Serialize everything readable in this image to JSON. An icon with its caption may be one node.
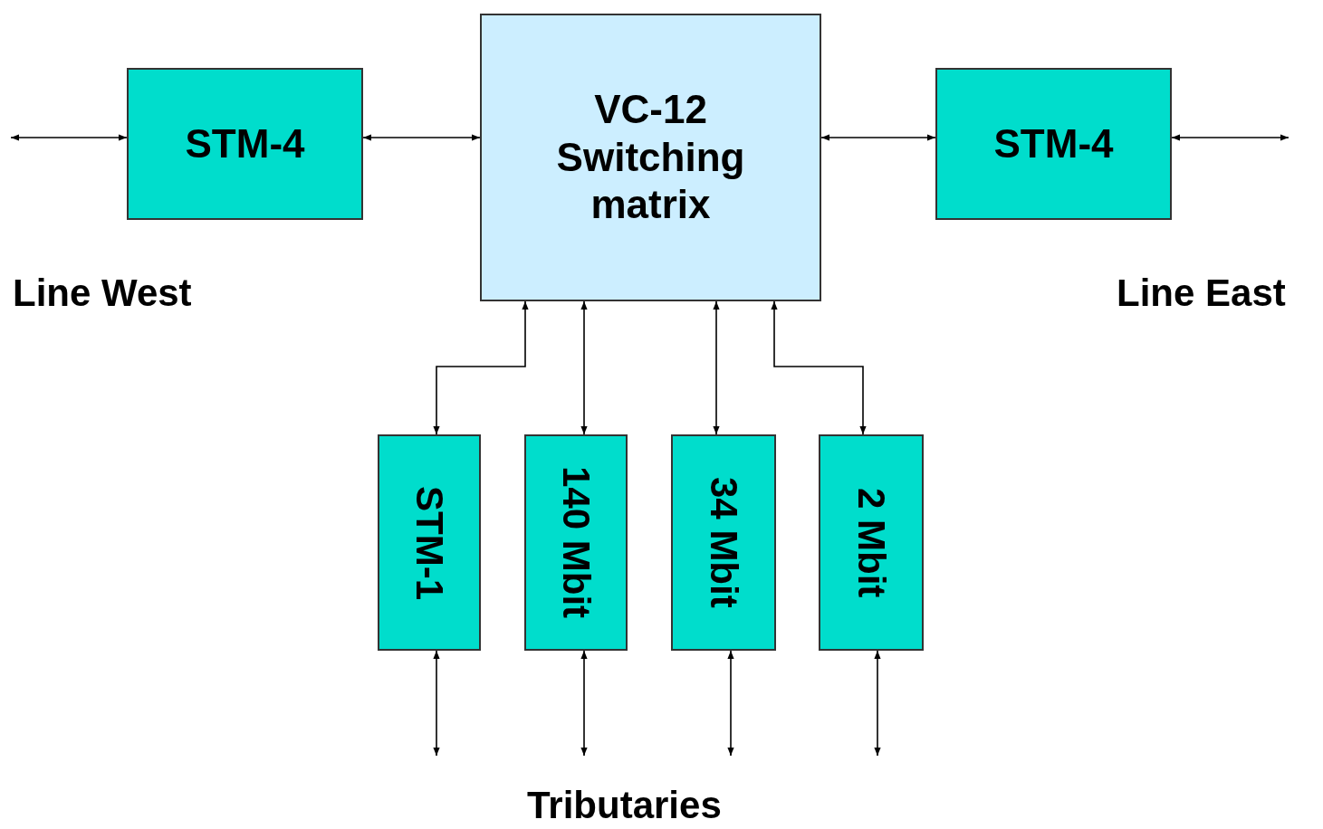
{
  "diagram": {
    "nodes": [
      {
        "text": [
          "STM-4"
        ]
      },
      {
        "text": [
          "VC-12 Switching matrix"
        ]
      },
      {
        "text": [
          "STM-4"
        ]
      },
      {
        "text": [
          "STM-1"
        ]
      },
      {
        "text": [
          "140 Mbit"
        ]
      },
      {
        "text": [
          "34 Mbit"
        ]
      },
      {
        "text": [
          "2 Mbit"
        ]
      }
    ],
    "edges": [
      {
        "from": null,
        "to": 0,
        "arrow": "both"
      },
      {
        "from": 0,
        "to": 1,
        "arrow": "both"
      },
      {
        "from": 1,
        "to": 2,
        "arrow": "both"
      },
      {
        "from": 2,
        "to": null,
        "arrow": "both"
      },
      {
        "from": 1,
        "to": 3,
        "arrow": "both"
      },
      {
        "from": 1,
        "to": 4,
        "arrow": "both"
      },
      {
        "from": 1,
        "to": 5,
        "arrow": "both"
      },
      {
        "from": 1,
        "to": 6,
        "arrow": "both"
      },
      {
        "from": 3,
        "to": null,
        "arrow": "both"
      },
      {
        "from": 4,
        "to": null,
        "arrow": "both"
      },
      {
        "from": 5,
        "to": null,
        "arrow": "both"
      },
      {
        "from": 6,
        "to": null,
        "arrow": "both"
      }
    ],
    "labels": [
      "Line West",
      "Line East",
      "Tributaries"
    ]
  }
}
